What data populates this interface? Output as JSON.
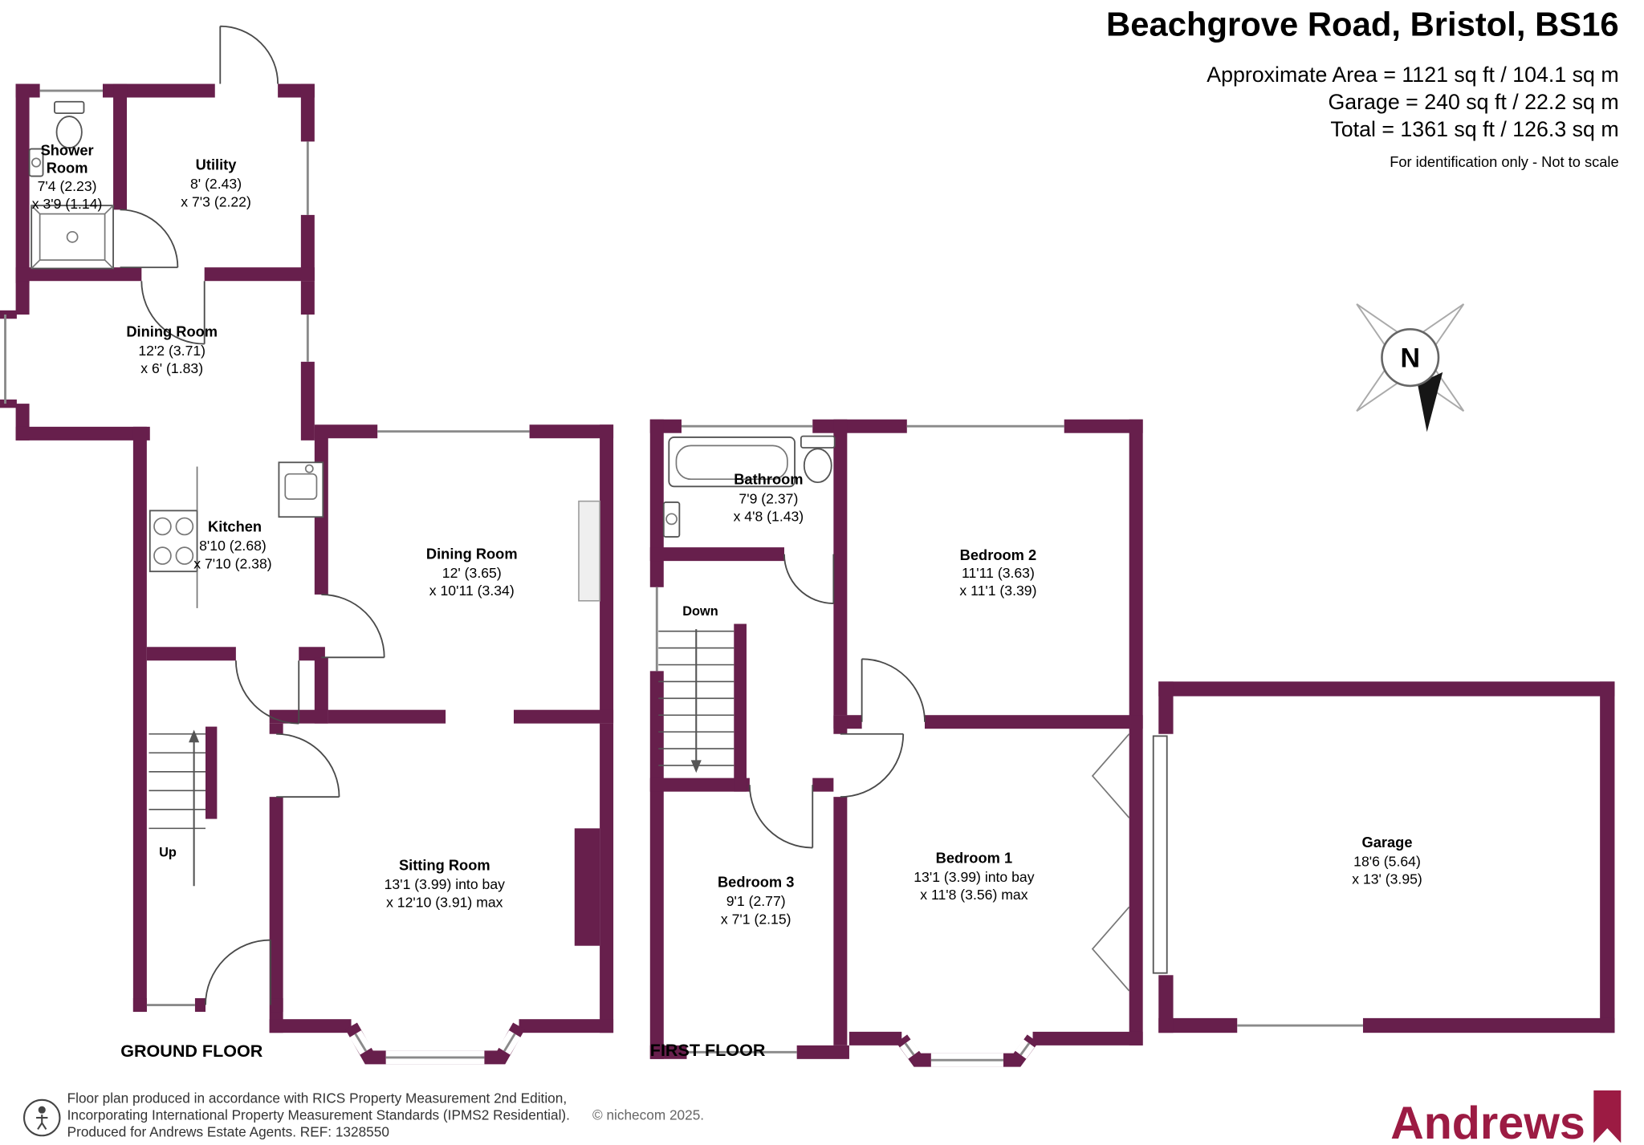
{
  "header": {
    "title": "Beachgrove Road, Bristol, BS16",
    "area": "Approximate Area = 1121 sq ft / 104.1 sq m",
    "garage_area": "Garage = 240 sq ft / 22.2 sq m",
    "total": "Total = 1361 sq ft / 126.3 sq m",
    "note": "For identification only - Not to scale"
  },
  "compass": {
    "north": "N"
  },
  "ground": {
    "label": "GROUND FLOOR",
    "up": "Up",
    "shower": {
      "n1": "Shower",
      "n2": "Room",
      "d1": "7'4 (2.23)",
      "d2": "x 3'9 (1.14)"
    },
    "utility": {
      "n": "Utility",
      "d1": "8' (2.43)",
      "d2": "x 7'3 (2.22)"
    },
    "dining_small": {
      "n": "Dining Room",
      "d1": "12'2 (3.71)",
      "d2": "x 6' (1.83)"
    },
    "kitchen": {
      "n": "Kitchen",
      "d1": "8'10 (2.68)",
      "d2": "x 7'10 (2.38)"
    },
    "dining": {
      "n": "Dining Room",
      "d1": "12' (3.65)",
      "d2": "x 10'11 (3.34)"
    },
    "sitting": {
      "n": "Sitting Room",
      "d1": "13'1 (3.99) into bay",
      "d2": "x 12'10 (3.91) max"
    }
  },
  "first": {
    "label": "FIRST FLOOR",
    "down": "Down",
    "bathroom": {
      "n": "Bathroom",
      "d1": "7'9 (2.37)",
      "d2": "x 4'8 (1.43)"
    },
    "bedroom2": {
      "n": "Bedroom 2",
      "d1": "11'11 (3.63)",
      "d2": "x 11'1 (3.39)"
    },
    "bedroom3": {
      "n": "Bedroom 3",
      "d1": "9'1 (2.77)",
      "d2": "x 7'1 (2.15)"
    },
    "bedroom1": {
      "n": "Bedroom 1",
      "d1": "13'1 (3.99) into bay",
      "d2": "x 11'8 (3.56) max"
    }
  },
  "garage": {
    "n": "Garage",
    "d1": "18'6 (5.64)",
    "d2": "x 13' (3.95)"
  },
  "footer": {
    "line1": "Floor plan produced in accordance with RICS Property Measurement 2nd Edition,",
    "line2": "Incorporating International Property Measurement Standards (IPMS2 Residential).",
    "line3": "Produced for Andrews Estate Agents.   REF: 1328550",
    "copyright": "© nichecom 2025.",
    "brand": "Andrews"
  },
  "colors": {
    "wall": "#671f4c",
    "brand": "#9c1b43"
  }
}
